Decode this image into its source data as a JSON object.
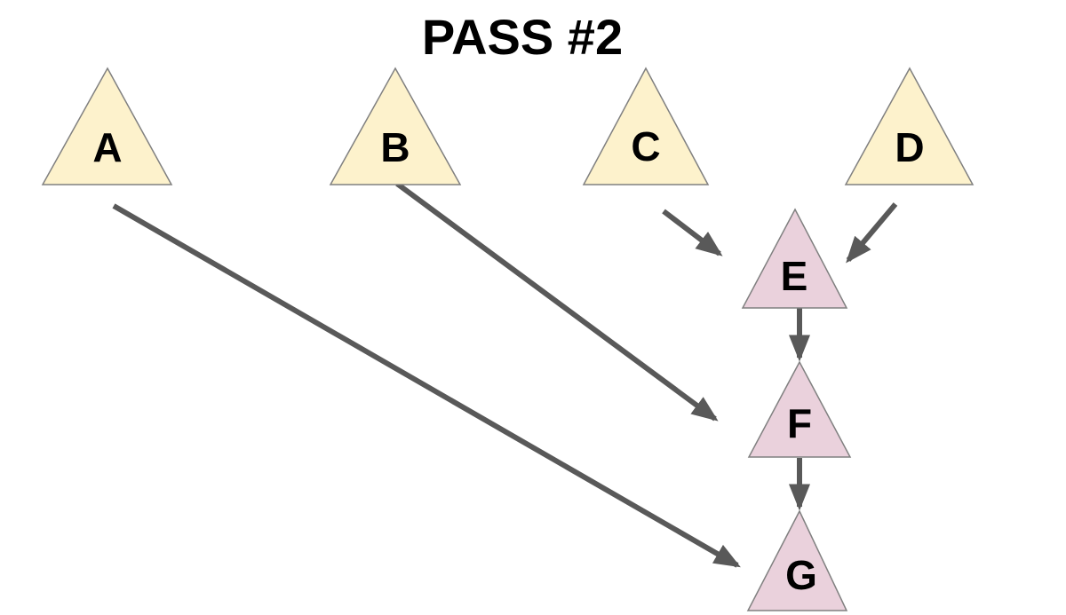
{
  "title": "PASS #2",
  "colors": {
    "background": "#FFFFFF",
    "source_node_fill": "#FDF2CC",
    "merged_node_fill": "#EAD1DC",
    "node_border": "#808080",
    "arrow": "#595959",
    "text": "#000000"
  },
  "nodes": {
    "A": {
      "label": "A",
      "type": "source"
    },
    "B": {
      "label": "B",
      "type": "source"
    },
    "C": {
      "label": "C",
      "type": "source"
    },
    "D": {
      "label": "D",
      "type": "source"
    },
    "E": {
      "label": "E",
      "type": "merged"
    },
    "F": {
      "label": "F",
      "type": "merged"
    },
    "G": {
      "label": "G",
      "type": "merged"
    }
  },
  "edges": [
    {
      "from": "C",
      "to": "E"
    },
    {
      "from": "D",
      "to": "E"
    },
    {
      "from": "B",
      "to": "F"
    },
    {
      "from": "A",
      "to": "G"
    },
    {
      "from": "E",
      "to": "F"
    },
    {
      "from": "F",
      "to": "G"
    }
  ]
}
